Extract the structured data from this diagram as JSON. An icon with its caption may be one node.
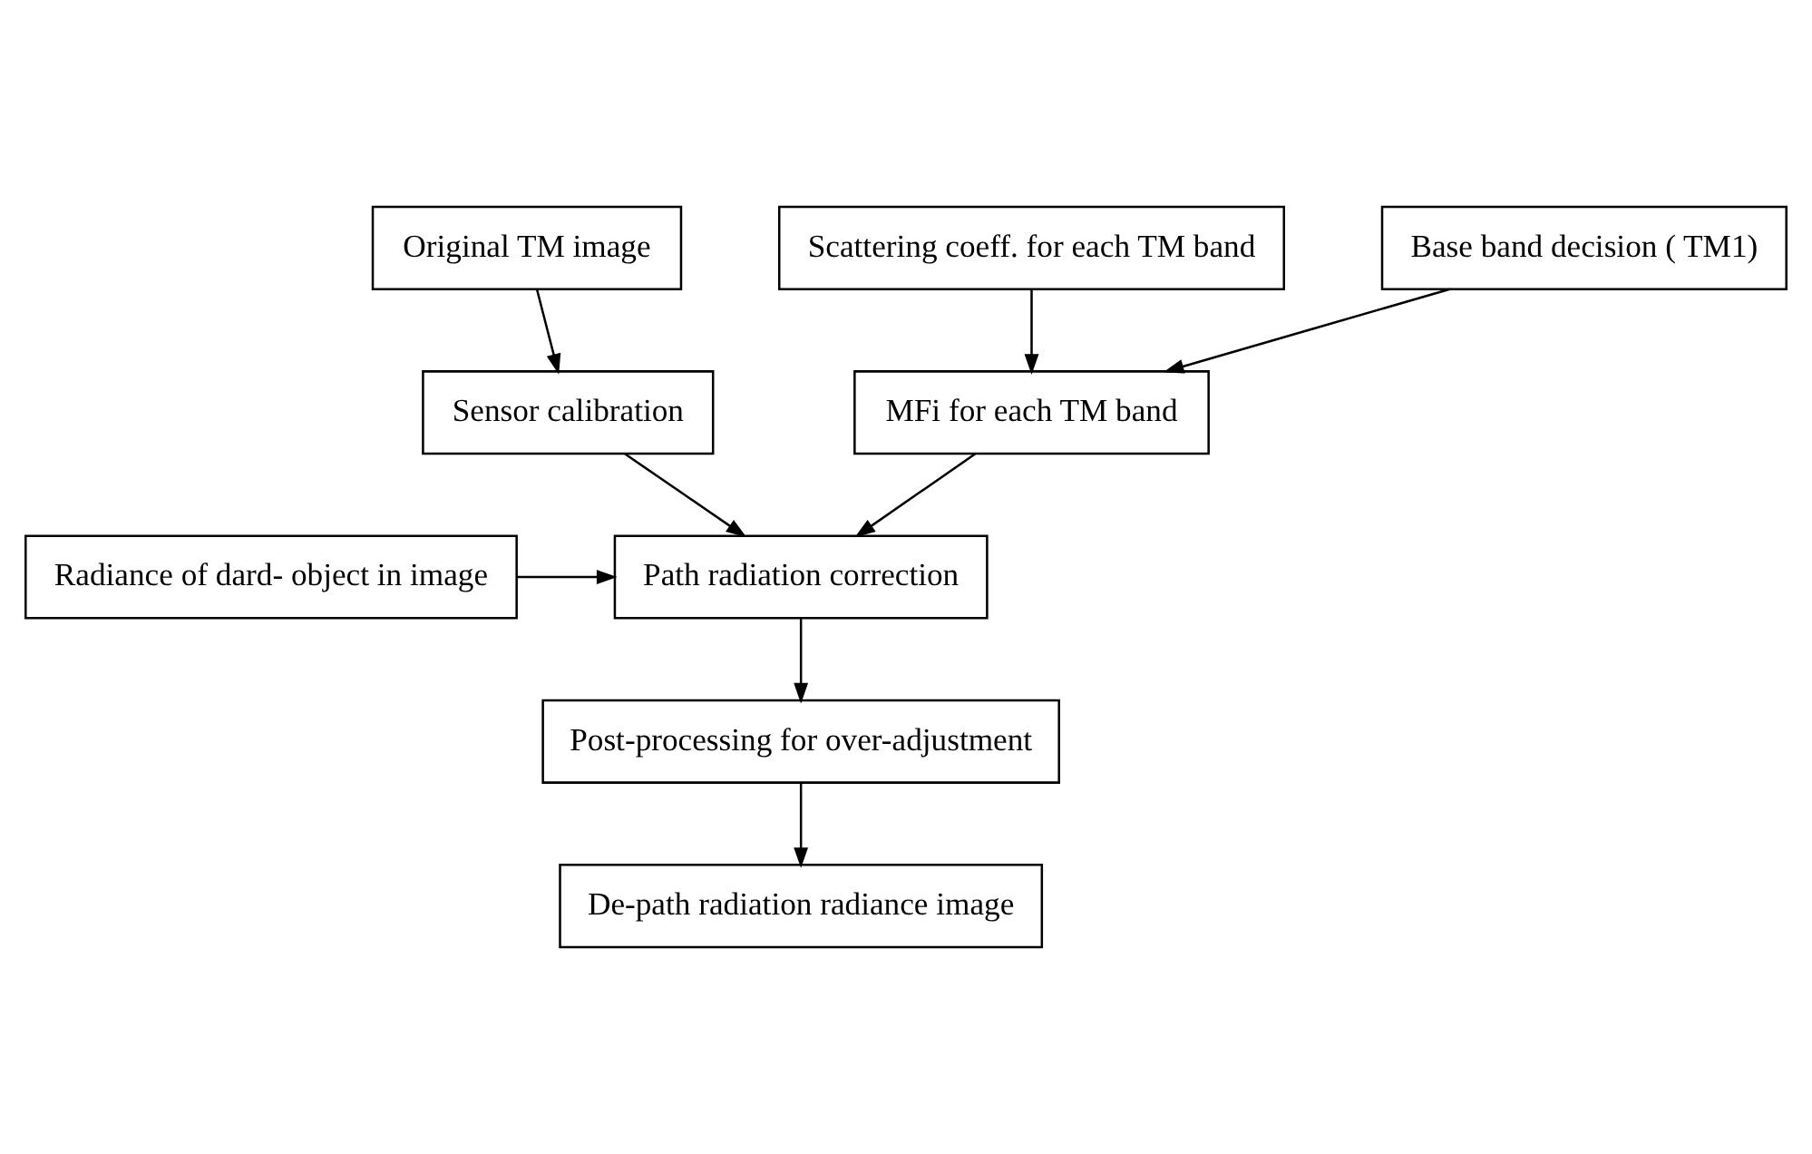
{
  "diagram": {
    "nodes": [
      {
        "text": [
          "Original TM image"
        ]
      },
      {
        "text": [
          "Scattering coeff. for each TM band"
        ]
      },
      {
        "text": [
          "Base band decision ( TM1)"
        ]
      },
      {
        "text": [
          "Sensor calibration"
        ]
      },
      {
        "text": [
          "MFi for each TM band"
        ]
      },
      {
        "text": [
          "Path radiation correction"
        ]
      },
      {
        "text": [
          "Radiance of dard- object in image"
        ]
      },
      {
        "text": [
          "Post-processing for over-adjustment"
        ]
      },
      {
        "text": [
          "De-path radiation radiance image"
        ]
      }
    ],
    "edges": [
      {
        "from": 0,
        "to": 3,
        "arrow": "to"
      },
      {
        "from": 1,
        "to": 4,
        "arrow": "to"
      },
      {
        "from": 2,
        "to": 4,
        "arrow": "to"
      },
      {
        "from": 3,
        "to": 5,
        "arrow": "to"
      },
      {
        "from": 4,
        "to": 5,
        "arrow": "to"
      },
      {
        "from": 6,
        "to": 5,
        "arrow": "to"
      },
      {
        "from": 5,
        "to": 7,
        "arrow": "to"
      },
      {
        "from": 7,
        "to": 8,
        "arrow": "to"
      }
    ]
  }
}
